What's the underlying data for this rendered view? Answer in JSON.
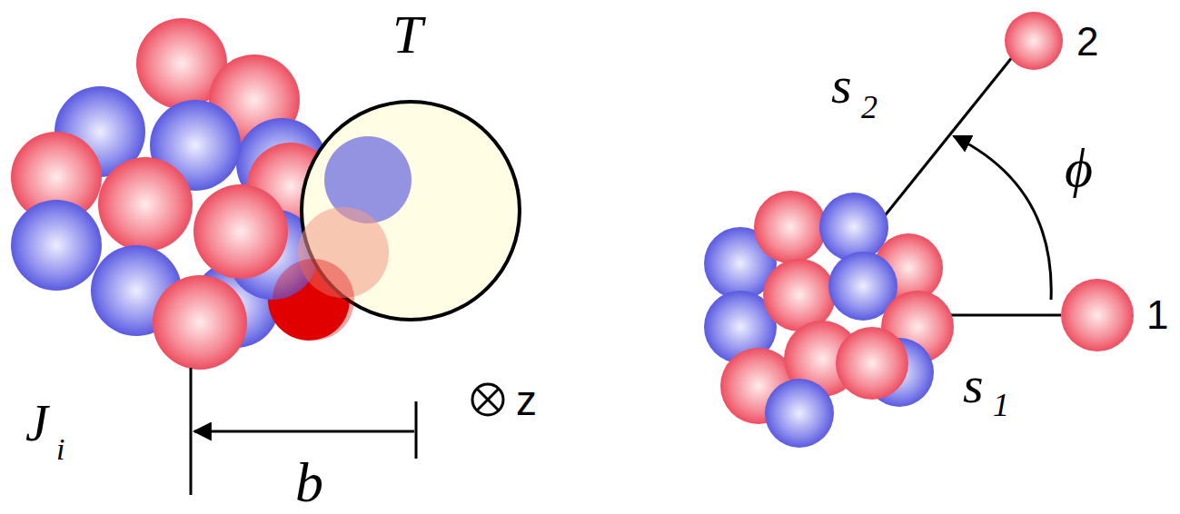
{
  "diagram": {
    "labels": [
      "T",
      "s",
      "2",
      "2",
      "ϕ",
      "J",
      "i",
      "z",
      "s",
      "1",
      "1",
      "b"
    ]
  }
}
